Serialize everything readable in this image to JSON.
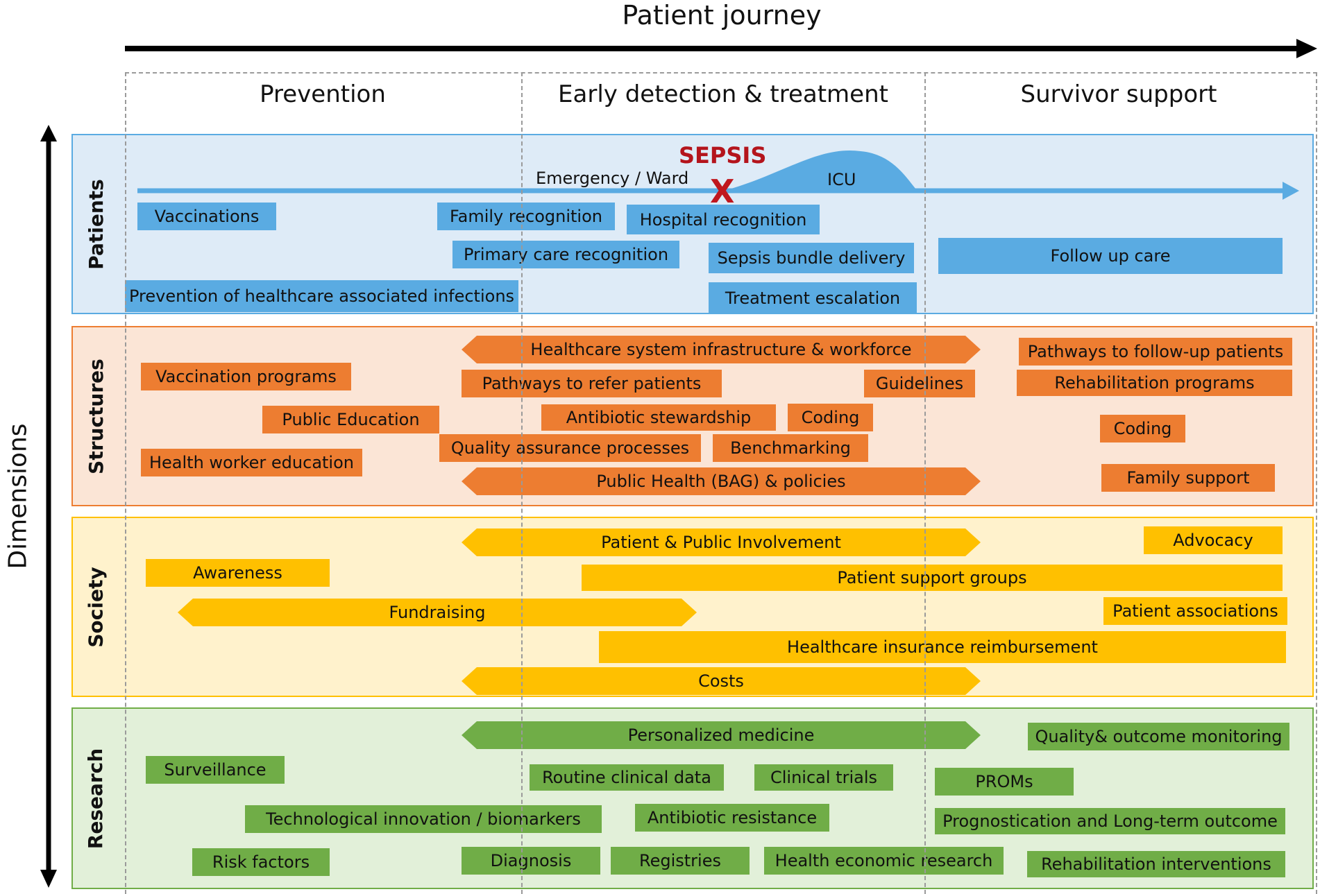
{
  "title": "Patient journey",
  "axis_label": "Dimensions",
  "phases": [
    "Prevention",
    "Early detection & treatment",
    "Survivor support"
  ],
  "dimensions": [
    "Patients",
    "Structures",
    "Society",
    "Research"
  ],
  "colors": {
    "patients_band": "#deebf7",
    "structures_band": "#fbe5d6",
    "society_band": "#fff2cc",
    "research_band": "#e2f0d9",
    "blue": "#5aabe2",
    "orange": "#ed7d31",
    "yellow": "#ffc000",
    "green": "#70ad47",
    "sepsis": "#c0171e"
  },
  "patients_timeline": {
    "sepsis_label": "SEPSIS",
    "marker": "X",
    "emergency_label": "Emergency / Ward",
    "icu_label": "ICU"
  },
  "patients": {
    "vaccinations": "Vaccinations",
    "family_recognition": "Family recognition",
    "hospital_recognition": "Hospital recognition",
    "primary_care_recognition": "Primary care recognition",
    "sepsis_bundle_delivery": "Sepsis bundle delivery",
    "follow_up_care": "Follow up care",
    "prevention_hai": "Prevention of healthcare associated infections",
    "treatment_escalation": "Treatment escalation"
  },
  "structures": {
    "healthcare_infrastructure": "Healthcare system infrastructure & workforce",
    "pathways_follow_up": "Pathways to follow-up patients",
    "vaccination_programs": "Vaccination programs",
    "pathways_refer": "Pathways to refer patients",
    "guidelines": "Guidelines",
    "rehabilitation_programs": "Rehabilitation programs",
    "public_education": "Public Education",
    "antibiotic_stewardship": "Antibiotic stewardship",
    "coding_mid": "Coding",
    "coding_right": "Coding",
    "quality_assurance": "Quality assurance processes",
    "benchmarking": "Benchmarking",
    "health_worker_education": "Health worker education",
    "public_health": "Public Health (BAG) & policies",
    "family_support": "Family support"
  },
  "society": {
    "patient_public_involvement": "Patient & Public Involvement",
    "advocacy": "Advocacy",
    "awareness": "Awareness",
    "patient_support_groups": "Patient support groups",
    "fundraising": "Fundraising",
    "patient_associations": "Patient associations",
    "insurance_reimbursement": "Healthcare insurance reimbursement",
    "costs": "Costs"
  },
  "research": {
    "personalized_medicine": "Personalized medicine",
    "quality_outcome_monitoring": "Quality& outcome monitoring",
    "surveillance": "Surveillance",
    "routine_clinical_data": "Routine clinical data",
    "clinical_trials": "Clinical trials",
    "proms": "PROMs",
    "tech_innovation": "Technological innovation / biomarkers",
    "antibiotic_resistance": "Antibiotic resistance",
    "prognostication": "Prognostication and Long-term outcome",
    "risk_factors": "Risk factors",
    "diagnosis": "Diagnosis",
    "registries": "Registries",
    "health_economic_research": "Health economic research",
    "rehabilitation_interventions": "Rehabilitation interventions"
  }
}
